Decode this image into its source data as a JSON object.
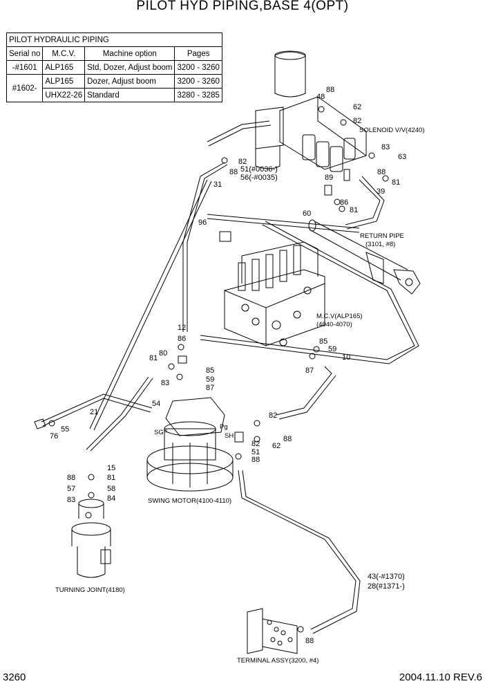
{
  "title": "PILOT HYD PIPING,BASE 4(OPT)",
  "table": {
    "caption": "PILOT HYDRAULIC PIPING",
    "headers": [
      "Serial no",
      "M.C.V.",
      "Machine option",
      "Pages"
    ],
    "rows": [
      {
        "serial": "-#1601",
        "mcv": "ALP165",
        "option": "Std, Dozer, Adjust boom",
        "pages": "3200 - 3260"
      },
      {
        "mcv": "ALP165",
        "option": "Dozer, Adjust boom",
        "pages": "3200 - 3260"
      },
      {
        "mcv": "UHX22-26",
        "option": "Standard",
        "pages": "3280 - 3285"
      }
    ],
    "serial_group": "#1602-"
  },
  "captions": {
    "solenoid": "SOLENOID V/V(4240)",
    "return_pipe_1": "RETURN PIPE",
    "return_pipe_2": "(3101, #8)",
    "mcv_1": "M.C.V(ALP165)",
    "mcv_2": "(4040-4070)",
    "swing_motor": "SWING MOTOR(4100-4110)",
    "turning_joint": "TURNING JOINT(4180)",
    "terminal": "TERMINAL ASSY(3200, #4)"
  },
  "port_labels": {
    "sgf": "SGF",
    "pg": "Pg",
    "sh": "SH"
  },
  "callouts": {
    "c48": "48",
    "c88a": "88",
    "c62a": "62",
    "c82a": "82",
    "c82b": "82",
    "c88b": "88",
    "c51": "51(#0036-)",
    "c56": "56(-#0035)",
    "c31": "31",
    "c83a": "83",
    "c63": "63",
    "c88c": "88",
    "c81a": "81",
    "c89": "89",
    "c39": "39",
    "c86a": "86",
    "c60": "60",
    "c81b": "81",
    "c96": "96",
    "c12": "12",
    "c86b": "86",
    "c80": "80",
    "c81c": "81",
    "c83b": "83",
    "c85a": "85",
    "c59a": "59",
    "c87a": "87",
    "c85b": "85",
    "c59b": "59",
    "c87b": "87",
    "c10": "10",
    "c54": "54",
    "c21": "21",
    "c55": "55",
    "c76": "76",
    "c82c": "82",
    "c88d": "88",
    "c82d": "82",
    "c62b": "62",
    "c51b": "51",
    "c88e": "88",
    "c15": "15",
    "c88f": "88",
    "c81d": "81",
    "c57": "57",
    "c58": "58",
    "c83c": "83",
    "c84": "84",
    "c43": "43(-#1370)",
    "c28": "28(#1371-)",
    "c88g": "88"
  },
  "page_number": "3260",
  "revision": "2004.11.10  REV.6"
}
